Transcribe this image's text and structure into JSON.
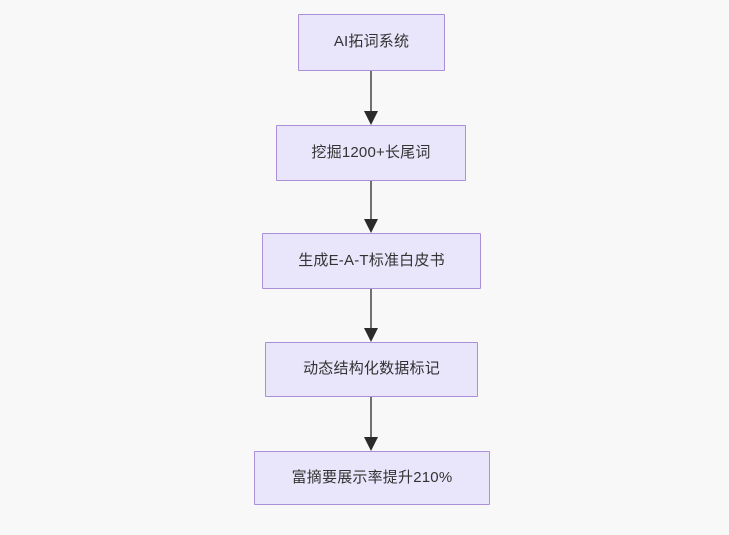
{
  "diagram": {
    "type": "flowchart",
    "direction": "top-to-bottom",
    "title": "",
    "background_color": "#f8f8f8",
    "node_fill_color": "#e9e6fb",
    "node_border_color": "#a98fd8",
    "node_text_color": "#333333",
    "edge_color": "#707070",
    "arrowhead_color": "#2b2b2b",
    "nodes": [
      {
        "id": "n1",
        "label": "AI拓词系统"
      },
      {
        "id": "n2",
        "label": "挖掘1200+长尾词"
      },
      {
        "id": "n3",
        "label": "生成E-A-T标准白皮书"
      },
      {
        "id": "n4",
        "label": "动态结构化数据标记"
      },
      {
        "id": "n5",
        "label": "富摘要展示率提升210%"
      }
    ],
    "edges": [
      {
        "from": "n1",
        "to": "n2",
        "label": "",
        "arrow": "arrow-down-icon"
      },
      {
        "from": "n2",
        "to": "n3",
        "label": "",
        "arrow": "arrow-down-icon"
      },
      {
        "from": "n3",
        "to": "n4",
        "label": "",
        "arrow": "arrow-down-icon"
      },
      {
        "from": "n4",
        "to": "n5",
        "label": "",
        "arrow": "arrow-down-icon"
      }
    ]
  }
}
